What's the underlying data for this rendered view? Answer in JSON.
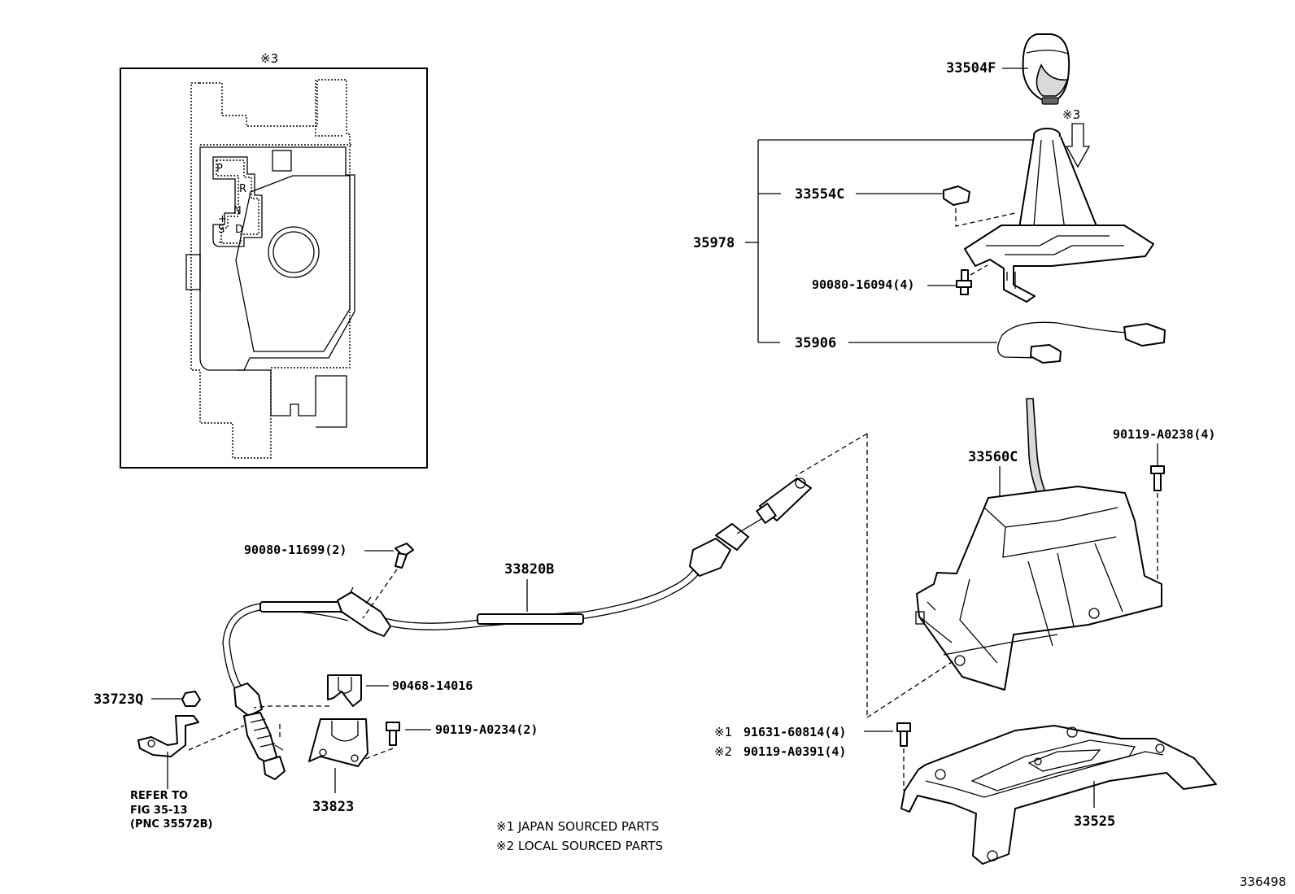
{
  "inset": {
    "marker": "※3"
  },
  "gate": {
    "p": "P",
    "r": "R",
    "n": "N",
    "d": "D",
    "s": "S",
    "plus": "+",
    "minus": "–"
  },
  "parts": {
    "p33504F": "33504F",
    "marker3": "※3",
    "p33554C": "33554C",
    "p35978": "35978",
    "p90080_16094": "90080-16094(4)",
    "p35906": "35906",
    "p90119_A0238": "90119-A0238(4)",
    "p33560C": "33560C",
    "p90080_11699": "90080-11699(2)",
    "p33820B": "33820B",
    "p90468_14016": "90468-14016",
    "p33723Q": "33723Q",
    "p90119_A0234": "90119-A0234(2)",
    "p33823": "33823",
    "p91631_60814_marker": "※1",
    "p91631_60814": "91631-60814(4)",
    "p90119_A0391_marker": "※2",
    "p90119_A0391": "90119-A0391(4)",
    "p33525": "33525"
  },
  "refer": {
    "line1": "REFER TO",
    "line2": "FIG 35-13",
    "line3": "(PNC 35572B)"
  },
  "notes": {
    "n1": "※1 JAPAN SOURCED PARTS",
    "n2": "※2 LOCAL SOURCED PARTS"
  },
  "diagram_id": "336498",
  "colors": {
    "ink": "#000000",
    "paper": "#ffffff",
    "shade": "#d9d9d9"
  }
}
